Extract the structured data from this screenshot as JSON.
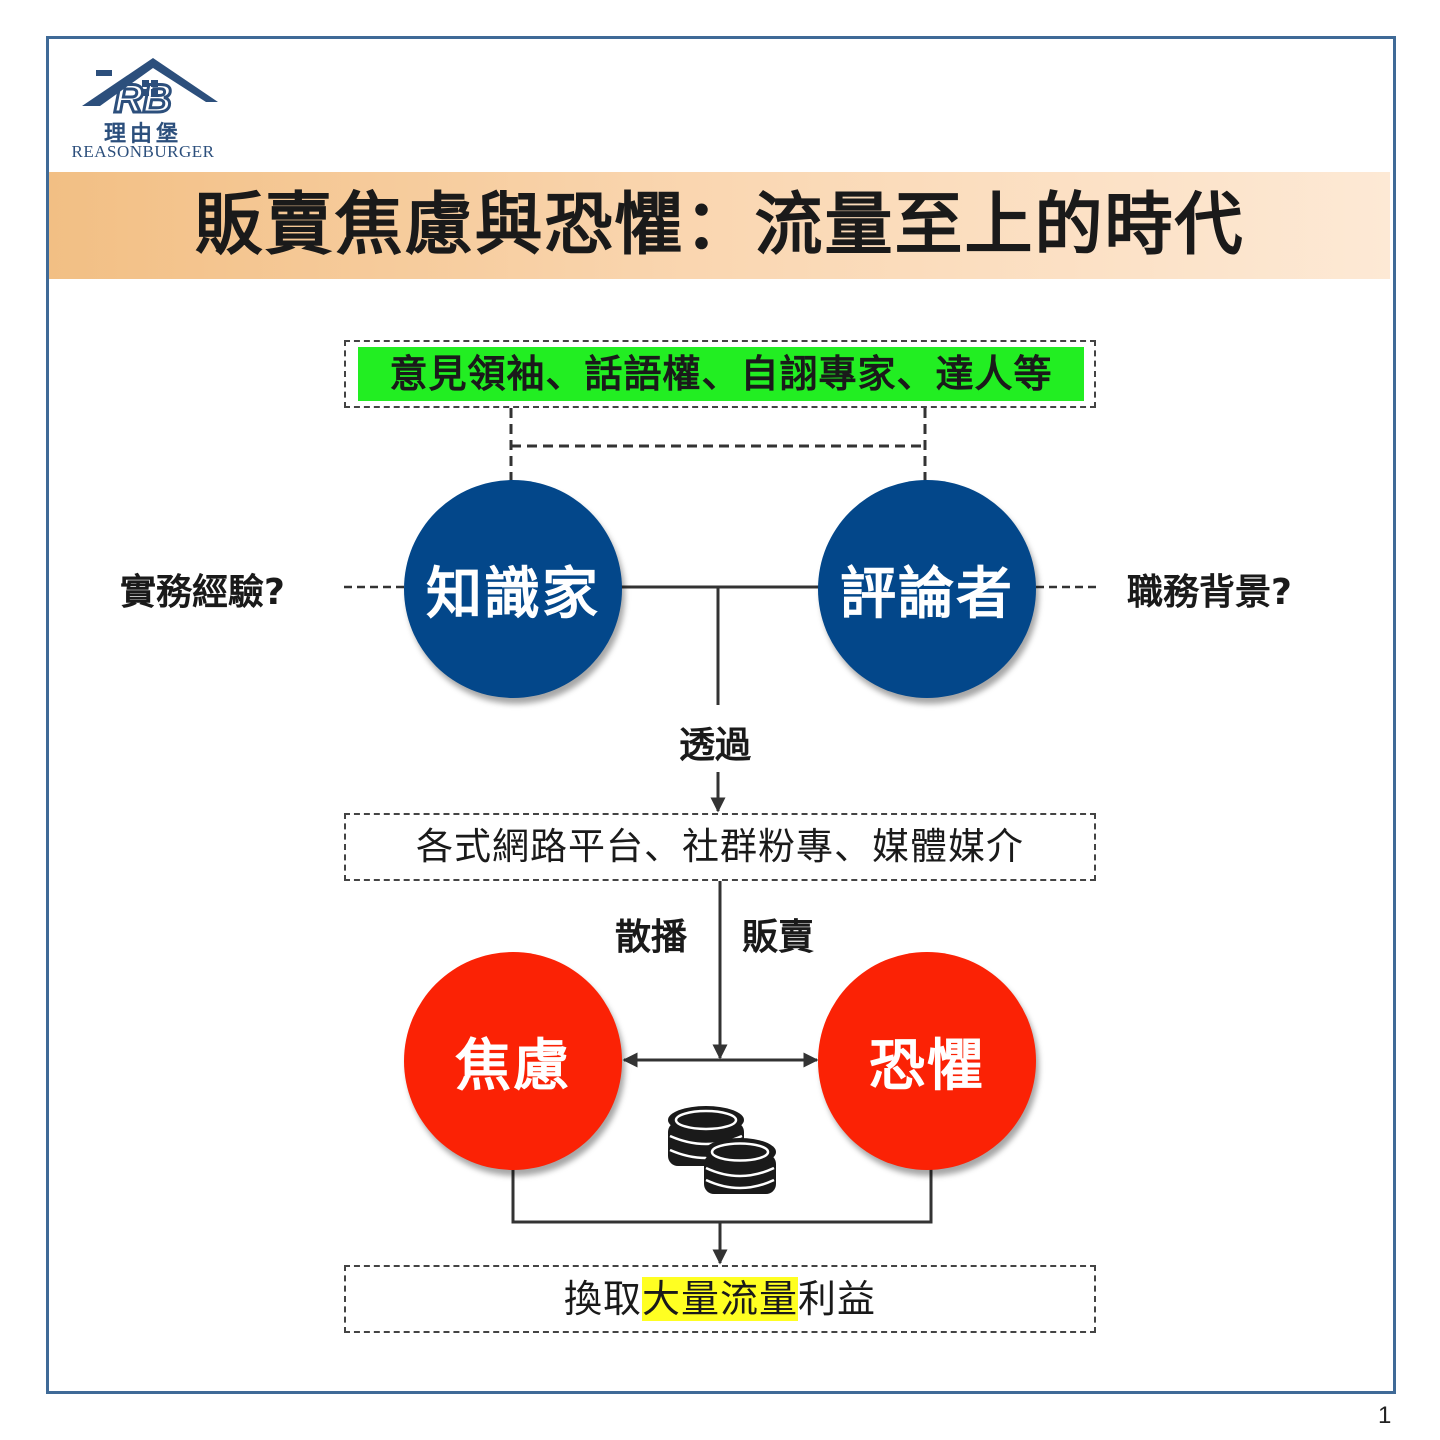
{
  "logo": {
    "mark": "RB",
    "name_cn": "理由堡",
    "name_en": "REASONBURGER"
  },
  "title": "販賣焦慮與恐懼：流量至上的時代",
  "top_box": "意見領袖、話語權、自詡專家、達人等",
  "nodes": {
    "knowledge": "知識家",
    "commentator": "評論者",
    "anxiety": "焦慮",
    "fear": "恐懼"
  },
  "side_labels": {
    "left": "實務經驗?",
    "right": "職務背景?"
  },
  "through_label": "透過",
  "platform_box": "各式網路平台、社群粉專、媒體媒介",
  "spread_label": "散播",
  "sell_label": "販賣",
  "result_box": {
    "prefix": "換取",
    "highlight": "大量流量",
    "suffix": "利益"
  },
  "page_number": "1",
  "colors": {
    "blue": "#03478a",
    "red": "#fb2205",
    "green_highlight": "#22ee22",
    "yellow_highlight": "#ffff22",
    "frame": "#3f6a97"
  }
}
